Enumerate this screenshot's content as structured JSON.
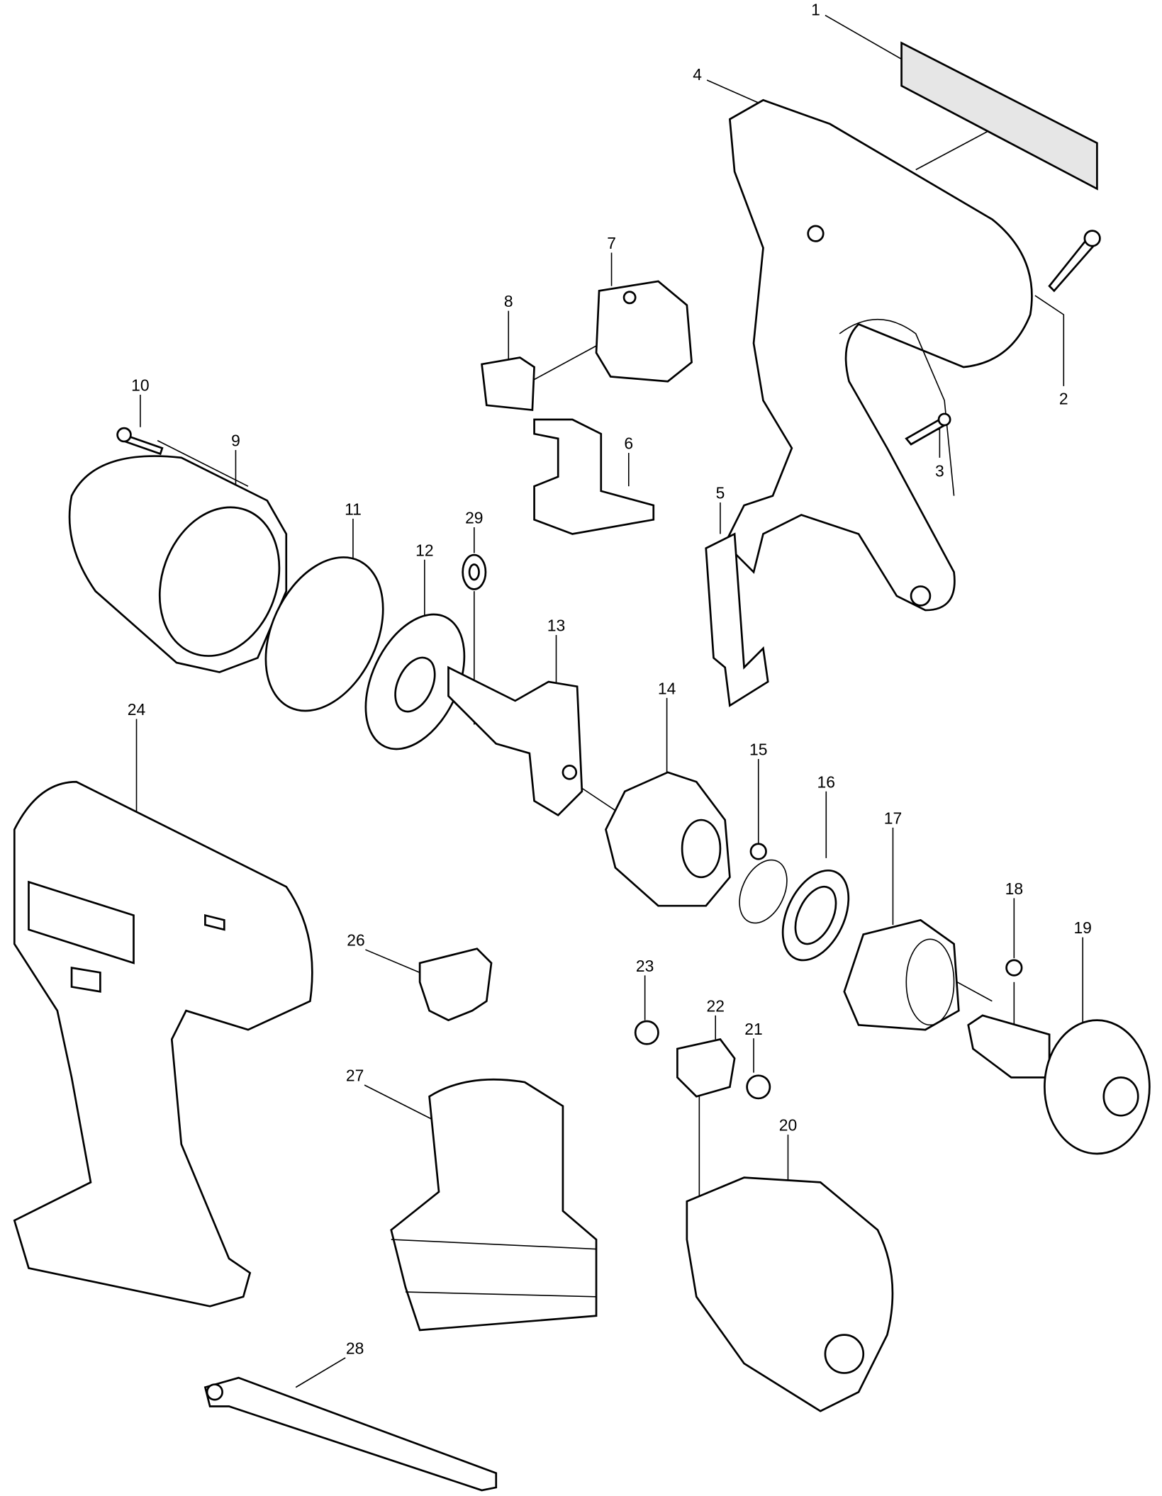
{
  "diagram": {
    "type": "exploded parts diagram",
    "part_labels": [
      "1",
      "2",
      "3",
      "4",
      "5",
      "6",
      "7",
      "8",
      "9",
      "10",
      "11",
      "12",
      "13",
      "14",
      "15",
      "16",
      "17",
      "18",
      "19",
      "20",
      "21",
      "22",
      "23",
      "24",
      "26",
      "27",
      "28",
      "29"
    ]
  }
}
